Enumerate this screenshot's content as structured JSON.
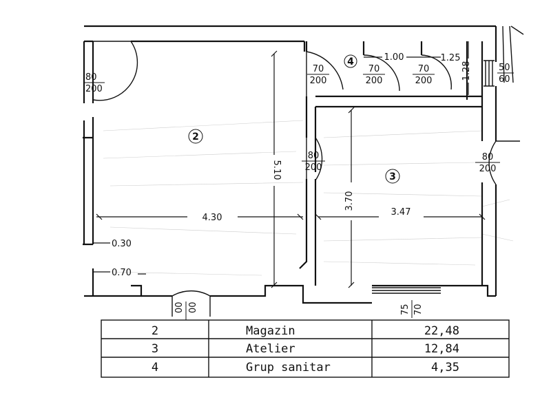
{
  "rooms": [
    {
      "number": "2",
      "name": "Magazin",
      "area": "22,48"
    },
    {
      "number": "3",
      "name": "Atelier",
      "area": "12,84"
    },
    {
      "number": "4",
      "name": "Grup sanitar",
      "area": "4,35"
    }
  ],
  "doors": {
    "d1": {
      "width": "80",
      "height": "200"
    },
    "d2": {
      "width": "70",
      "height": "200"
    },
    "d3": {
      "width": "70",
      "height": "200"
    },
    "d4": {
      "width": "70",
      "height": "200"
    },
    "d5": {
      "width": "80",
      "height": "200"
    },
    "d6": {
      "width": "80",
      "height": "200"
    },
    "d_bottom": {
      "width": "00",
      "height": "00"
    }
  },
  "windows": {
    "w1": {
      "width": "50",
      "height": "60"
    },
    "w2": {
      "width": "75",
      "height": "70"
    }
  },
  "dimensions": {
    "room2_width": "4.30",
    "room2_height": "5.10",
    "room3_width": "3.47",
    "room3_height": "3.70",
    "wc_a": "1.00",
    "wc_b": "1.25",
    "wc_c": "1.28",
    "left_a": "0.30",
    "left_b": "0.70"
  }
}
